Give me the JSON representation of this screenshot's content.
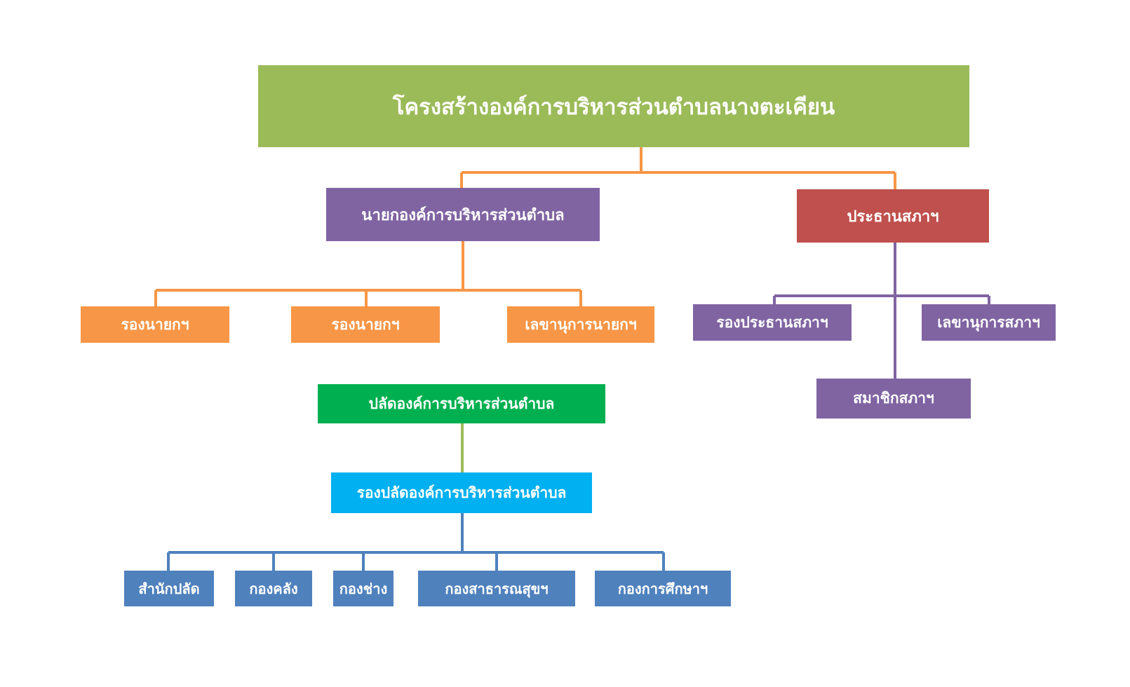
{
  "title": "โครงสร้างองค์การบริหารส่วนตำบลนางตะเคียน",
  "colors": {
    "title": "#9bbb59",
    "executive": "#8064a2",
    "council": "#c0504d",
    "deputy": "#f79646",
    "clerk": "#00b050",
    "deputy_clerk": "#00b0f0",
    "division": "#4f81bd",
    "line_orange": "#f79646",
    "line_purple": "#8064a2",
    "line_green": "#9bbb59",
    "line_blue": "#4f81bd"
  },
  "executive": {
    "head": "นายกองค์การบริหารส่วนตำบล",
    "deputy_1": "รองนายกฯ",
    "deputy_2": "รองนายกฯ",
    "secretary": "เลขานุการนายกฯ"
  },
  "council": {
    "head": "ประธานสภาฯ",
    "vice": "รองประธานสภาฯ",
    "secretary": "เลขานุการสภาฯ",
    "members": "สมาชิกสภาฯ"
  },
  "administration": {
    "clerk": "ปลัดองค์การบริหารส่วนตำบล",
    "deputy_clerk": "รองปลัดองค์การบริหารส่วนตำบล",
    "divisions": [
      "สำนักปลัด",
      "กองคลัง",
      "กองช่าง",
      "กองสาธารณสุขฯ",
      "กองการศึกษาฯ"
    ]
  }
}
